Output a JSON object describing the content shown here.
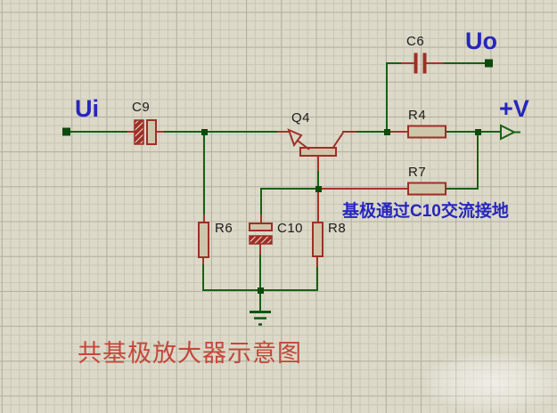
{
  "terminals": {
    "input": "Ui",
    "output": "Uo",
    "power": "+V"
  },
  "components": {
    "c9": "C9",
    "c6": "C6",
    "q4": "Q4",
    "r4": "R4",
    "r7": "R7",
    "r6": "R6",
    "c10": "C10",
    "r8": "R8"
  },
  "annotations": {
    "note": "基极通过C10交流接地",
    "title": "共基极放大器示意图"
  },
  "colors": {
    "background": "#dcd9c8",
    "grid-minor": "#c9c6b6",
    "grid-major": "#b2af9f",
    "wire": "#166116",
    "junction": "#0d4a0d",
    "component-red": "#9e2f26",
    "lead-red": "#a5342a",
    "body-fill": "#cec6aa",
    "hatch-stripe": "#e9e5d5",
    "blue-text": "#2626bd",
    "red-text": "#c4473a",
    "label-black": "#1b1b1b"
  }
}
